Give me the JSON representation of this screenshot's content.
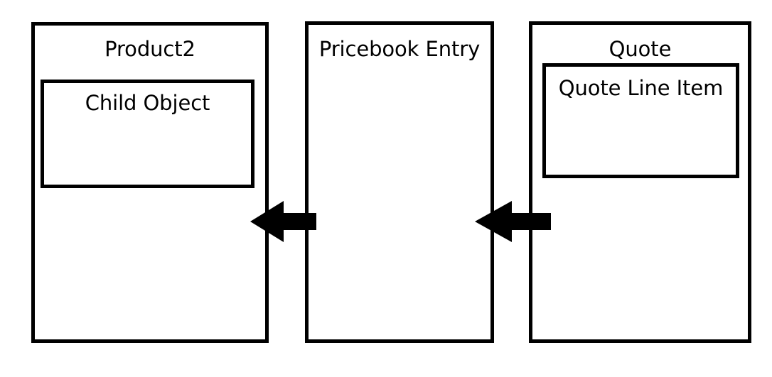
{
  "diagram": {
    "type": "object-relationship-diagram",
    "background_color": "#ffffff",
    "stroke_color": "#000000",
    "entities": [
      {
        "id": "product2",
        "title": "Product2",
        "child": {
          "id": "child-object",
          "title": "Child Object"
        }
      },
      {
        "id": "pricebook-entry",
        "title": "Pricebook Entry",
        "child": null
      },
      {
        "id": "quote",
        "title": "Quote",
        "child": {
          "id": "quote-line-item",
          "title": "Quote Line Item"
        }
      }
    ],
    "connectors": [
      {
        "id": "arrow-pricebook-to-product2",
        "direction": "left",
        "from": "pricebook-entry",
        "to": "product2"
      },
      {
        "id": "arrow-quote-to-pricebook",
        "direction": "left",
        "from": "quote",
        "to": "pricebook-entry"
      }
    ]
  }
}
